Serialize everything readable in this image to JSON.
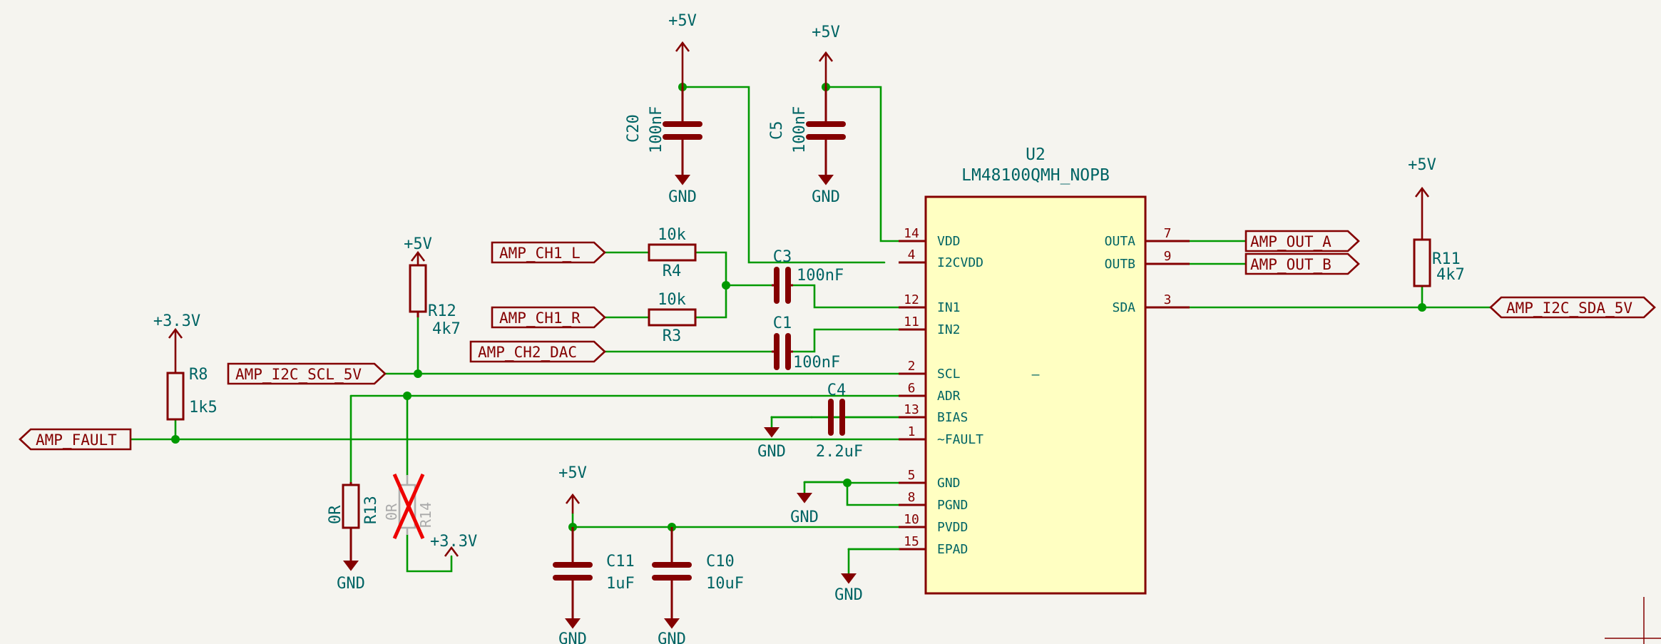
{
  "ic": {
    "ref": "U2",
    "value": "LM48100QMH_NOPB",
    "pins_left": [
      {
        "num": "14",
        "name": "VDD"
      },
      {
        "num": "4",
        "name": "I2CVDD"
      },
      {
        "num": "12",
        "name": "IN1"
      },
      {
        "num": "11",
        "name": "IN2"
      },
      {
        "num": "2",
        "name": "SCL"
      },
      {
        "num": "6",
        "name": "ADR"
      },
      {
        "num": "13",
        "name": "BIAS"
      },
      {
        "num": "1",
        "name": "~FAULT"
      },
      {
        "num": "5",
        "name": "GND"
      },
      {
        "num": "8",
        "name": "PGND"
      },
      {
        "num": "10",
        "name": "PVDD"
      },
      {
        "num": "15",
        "name": "EPAD"
      }
    ],
    "pins_right": [
      {
        "num": "7",
        "name": "OUTA"
      },
      {
        "num": "9",
        "name": "OUTB"
      },
      {
        "num": "3",
        "name": "SDA"
      }
    ],
    "center_mark": "–"
  },
  "labels": {
    "amp_ch1_l": "AMP_CH1_L",
    "amp_ch1_r": "AMP_CH1_R",
    "amp_ch2_dac": "AMP_CH2_DAC",
    "amp_i2c_scl_5v": "AMP_I2C_SCL_5V",
    "amp_fault": "AMP_FAULT",
    "amp_out_a": "AMP_OUT_A",
    "amp_out_b": "AMP_OUT_B",
    "amp_i2c_sda_5v": "AMP_I2C_SDA_5V"
  },
  "power": {
    "p5v": "+5V",
    "p3v3": "+3.3V",
    "gnd": "GND"
  },
  "components": {
    "c20": {
      "ref": "C20",
      "value": "100nF"
    },
    "c5": {
      "ref": "C5",
      "value": "100nF"
    },
    "c3": {
      "ref": "C3",
      "value": "100nF"
    },
    "c1": {
      "ref": "C1",
      "value": "100nF"
    },
    "c4": {
      "ref": "C4",
      "value": "2.2uF"
    },
    "c11": {
      "ref": "C11",
      "value": "1uF"
    },
    "c10": {
      "ref": "C10",
      "value": "10uF"
    },
    "r4": {
      "ref": "R4",
      "value": "10k"
    },
    "r3": {
      "ref": "R3",
      "value": "10k"
    },
    "r12": {
      "ref": "R12",
      "value": "4k7"
    },
    "r8": {
      "ref": "R8",
      "value": "1k5"
    },
    "r11": {
      "ref": "R11",
      "value": "4k7"
    },
    "r13": {
      "ref": "R13",
      "value": "0R"
    },
    "r14": {
      "ref": "R14",
      "value": "0R"
    }
  }
}
